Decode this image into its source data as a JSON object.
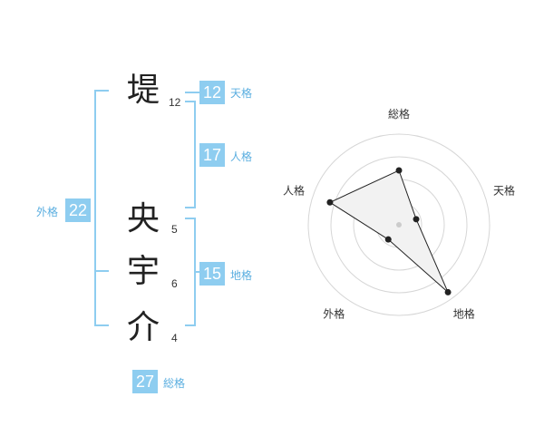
{
  "name": {
    "characters": [
      {
        "char": "堤",
        "strokes": "12"
      },
      {
        "char": "央",
        "strokes": "5"
      },
      {
        "char": "宇",
        "strokes": "6"
      },
      {
        "char": "介",
        "strokes": "4"
      }
    ]
  },
  "fortune": {
    "tenkaku": {
      "value": "12",
      "label": "天格"
    },
    "jinkaku": {
      "value": "17",
      "label": "人格"
    },
    "chikaku": {
      "value": "15",
      "label": "地格"
    },
    "gaikaku": {
      "value": "22",
      "label": "外格"
    },
    "soukaku": {
      "value": "27",
      "label": "総格"
    }
  },
  "chart_data": {
    "type": "radar",
    "axes": [
      "総格",
      "天格",
      "地格",
      "外格",
      "人格"
    ],
    "values": [
      0.6,
      0.2,
      0.92,
      0.2,
      0.8
    ],
    "max": 1,
    "rings": 4,
    "fill_color": "#f2f2f2",
    "line_color": "#222222",
    "accent": "#8ecdf0"
  }
}
